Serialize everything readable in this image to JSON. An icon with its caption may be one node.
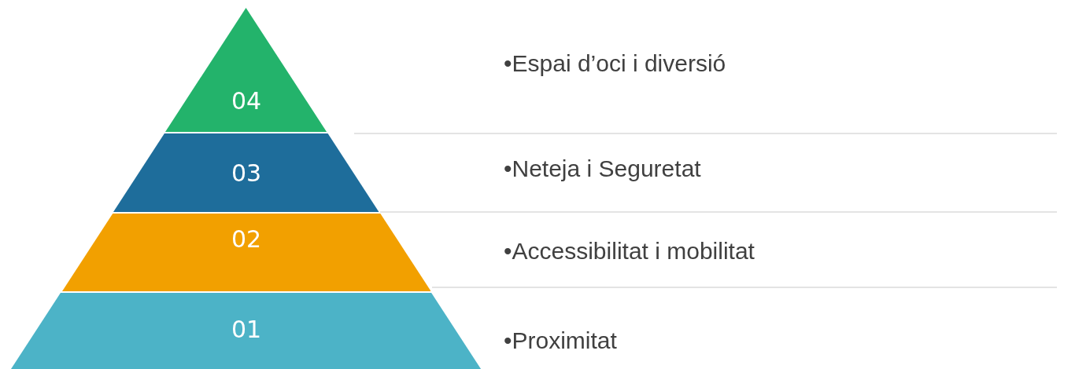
{
  "diagram": {
    "nodes": [
      {
        "text": [
          "04"
        ]
      },
      {
        "text": [
          "03"
        ]
      },
      {
        "text": [
          "02"
        ]
      },
      {
        "text": [
          "01"
        ]
      }
    ],
    "labels": [
      "•Espai d’oci i diversió",
      "•Neteja i Seguretat",
      "•Accessibilitat i mobilitat",
      "•Proximitat"
    ]
  }
}
